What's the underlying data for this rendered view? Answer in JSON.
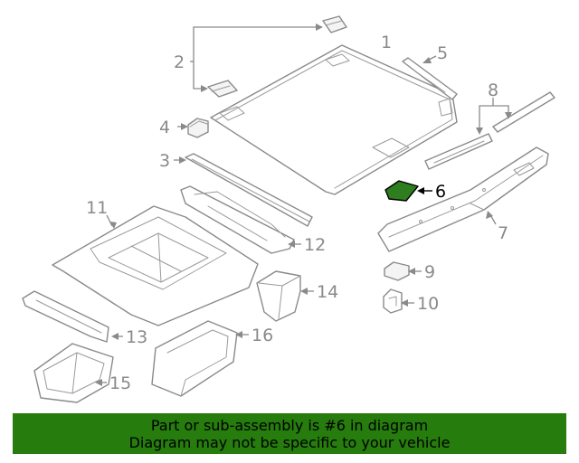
{
  "callouts": {
    "c1": "1",
    "c2": "2",
    "c3": "3",
    "c4": "4",
    "c5": "5",
    "c6": "6",
    "c7": "7",
    "c8": "8",
    "c9": "9",
    "c10": "10",
    "c11": "11",
    "c12": "12",
    "c13": "13",
    "c14": "14",
    "c15": "15",
    "c16": "16"
  },
  "highlighted_part": "6",
  "colors": {
    "highlight": "#2e7d1e",
    "banner": "#267c0d",
    "line": "#8a8a8a"
  },
  "banner": {
    "line1": "Part or sub-assembly is #6 in diagram",
    "line2": "Diagram may not be specific to your vehicle"
  }
}
